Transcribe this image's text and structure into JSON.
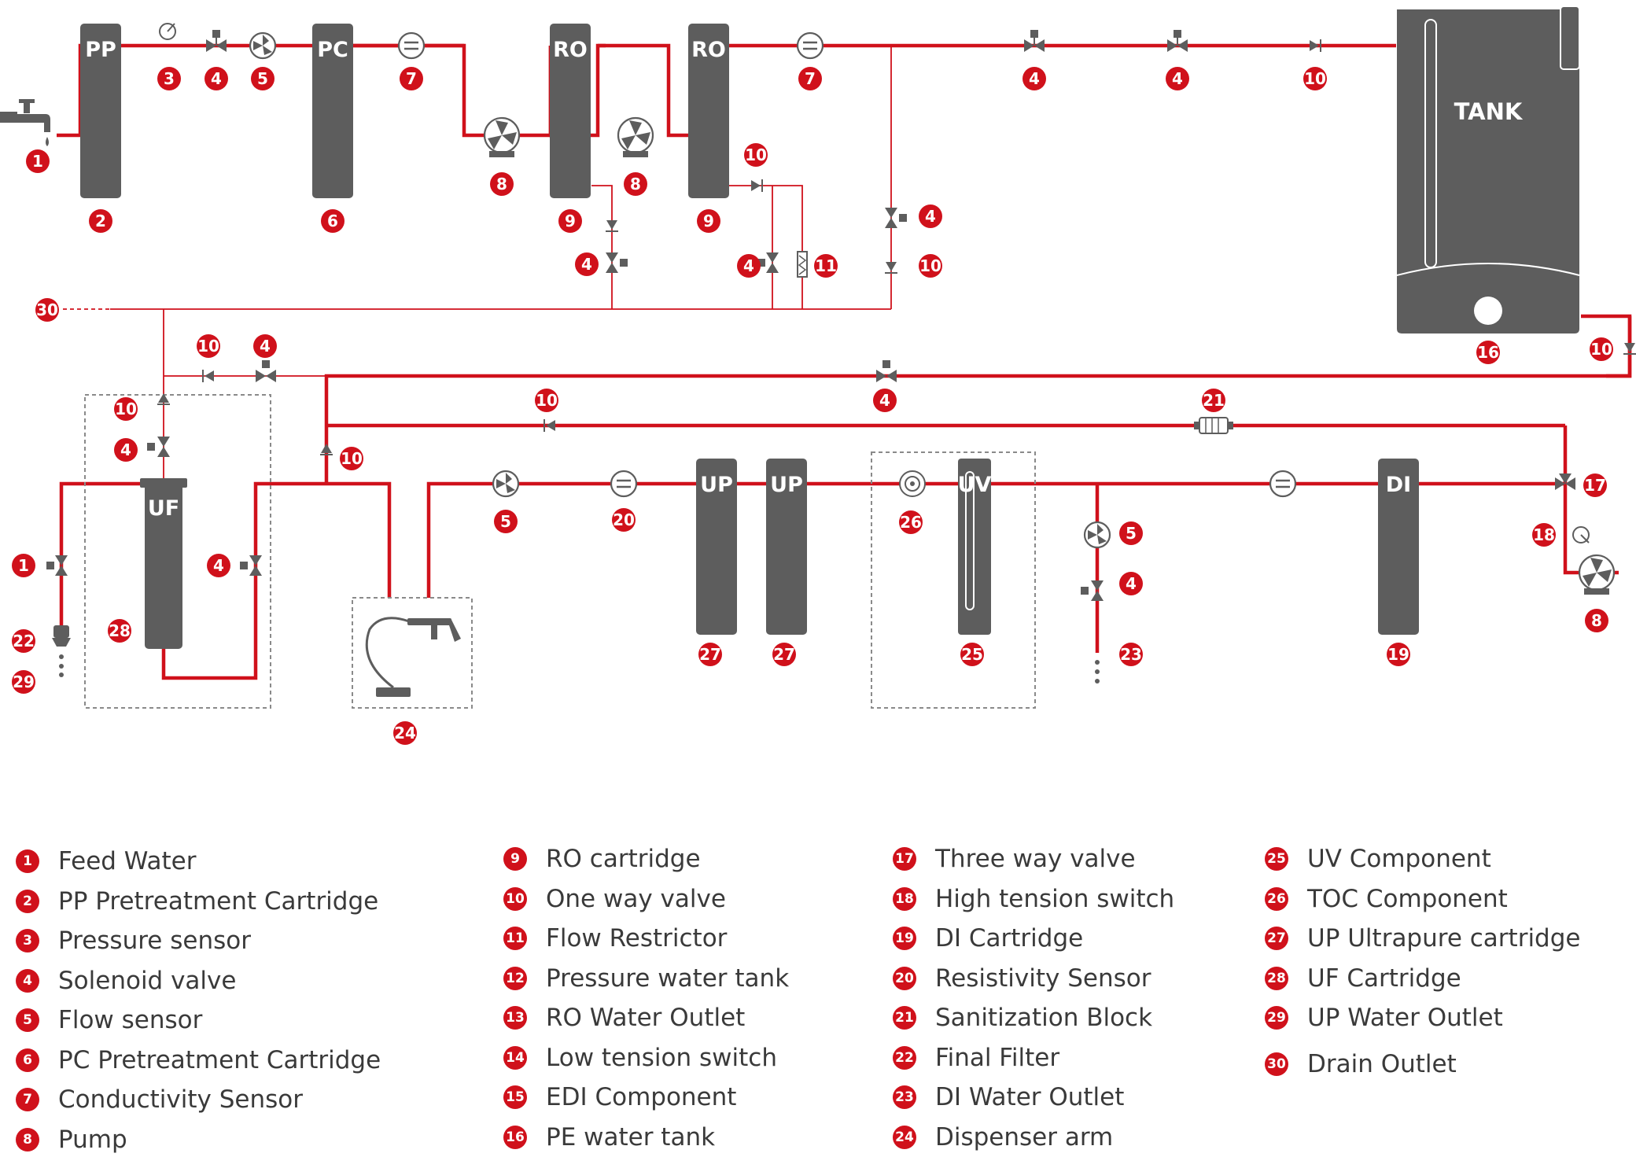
{
  "components": {
    "pp": "PP",
    "pc": "PC",
    "ro1": "RO",
    "ro2": "RO",
    "tank": "TANK",
    "uf": "UF",
    "up1": "UP",
    "up2": "UP",
    "uv": "UV",
    "di": "DI"
  },
  "legend": [
    {
      "num": "1",
      "label": "Feed Water"
    },
    {
      "num": "2",
      "label": "PP Pretreatment Cartridge"
    },
    {
      "num": "3",
      "label": "Pressure sensor"
    },
    {
      "num": "4",
      "label": "Solenoid valve"
    },
    {
      "num": "5",
      "label": "Flow sensor"
    },
    {
      "num": "6",
      "label": "PC Pretreatment Cartridge"
    },
    {
      "num": "7",
      "label": "Conductivity Sensor"
    },
    {
      "num": "8",
      "label": "Pump"
    },
    {
      "num": "9",
      "label": "RO cartridge"
    },
    {
      "num": "10",
      "label": "One way valve"
    },
    {
      "num": "11",
      "label": "Flow Restrictor"
    },
    {
      "num": "12",
      "label": "Pressure water tank"
    },
    {
      "num": "13",
      "label": "RO Water Outlet"
    },
    {
      "num": "14",
      "label": "Low tension switch"
    },
    {
      "num": "15",
      "label": "EDI Component"
    },
    {
      "num": "16",
      "label": "PE water tank"
    },
    {
      "num": "17",
      "label": "Three way valve"
    },
    {
      "num": "18",
      "label": "High tension switch"
    },
    {
      "num": "19",
      "label": "DI Cartridge"
    },
    {
      "num": "20",
      "label": "Resistivity Sensor"
    },
    {
      "num": "21",
      "label": "Sanitization Block"
    },
    {
      "num": "22",
      "label": "Final Filter"
    },
    {
      "num": "23",
      "label": "DI Water Outlet"
    },
    {
      "num": "24",
      "label": "Dispenser arm"
    },
    {
      "num": "25",
      "label": "UV Component"
    },
    {
      "num": "26",
      "label": "TOC Component"
    },
    {
      "num": "27",
      "label": "UP Ultrapure cartridge"
    },
    {
      "num": "28",
      "label": "UF Cartridge"
    },
    {
      "num": "29",
      "label": "UP Water Outlet"
    },
    {
      "num": "30",
      "label": "Drain Outlet"
    }
  ],
  "colors": {
    "pipe": "#d0111b",
    "component": "#5d5d5d",
    "text": "#3a3a3a"
  }
}
